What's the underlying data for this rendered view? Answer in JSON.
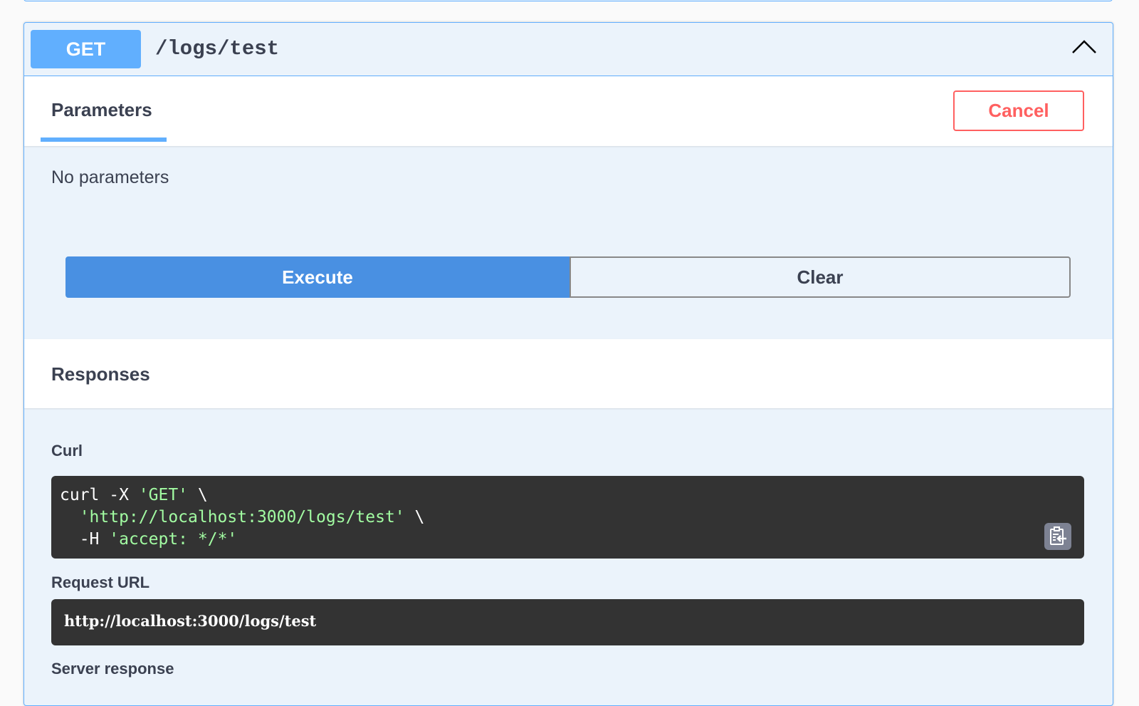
{
  "operation": {
    "method": "GET",
    "path": "/logs/test"
  },
  "tabs": {
    "parameters": "Parameters",
    "cancel": "Cancel"
  },
  "parameters": {
    "empty_text": "No parameters"
  },
  "actions": {
    "execute": "Execute",
    "clear": "Clear"
  },
  "responses": {
    "title": "Responses",
    "curl_label": "Curl",
    "curl": {
      "l1_cmd": "curl -X ",
      "l1_str": "'GET'",
      "l1_end": " \\",
      "l2_str": "  'http://localhost:3000/logs/test'",
      "l2_end": " \\",
      "l3_cmd": "  -H ",
      "l3_str": "'accept: */*'"
    },
    "request_url_label": "Request URL",
    "request_url": "http://localhost:3000/logs/test",
    "server_response_label": "Server response"
  },
  "colors": {
    "get": "#61affe",
    "execute": "#4990e2",
    "cancel": "#ff6060",
    "code_bg": "#333333",
    "code_string": "#a2fca2"
  }
}
